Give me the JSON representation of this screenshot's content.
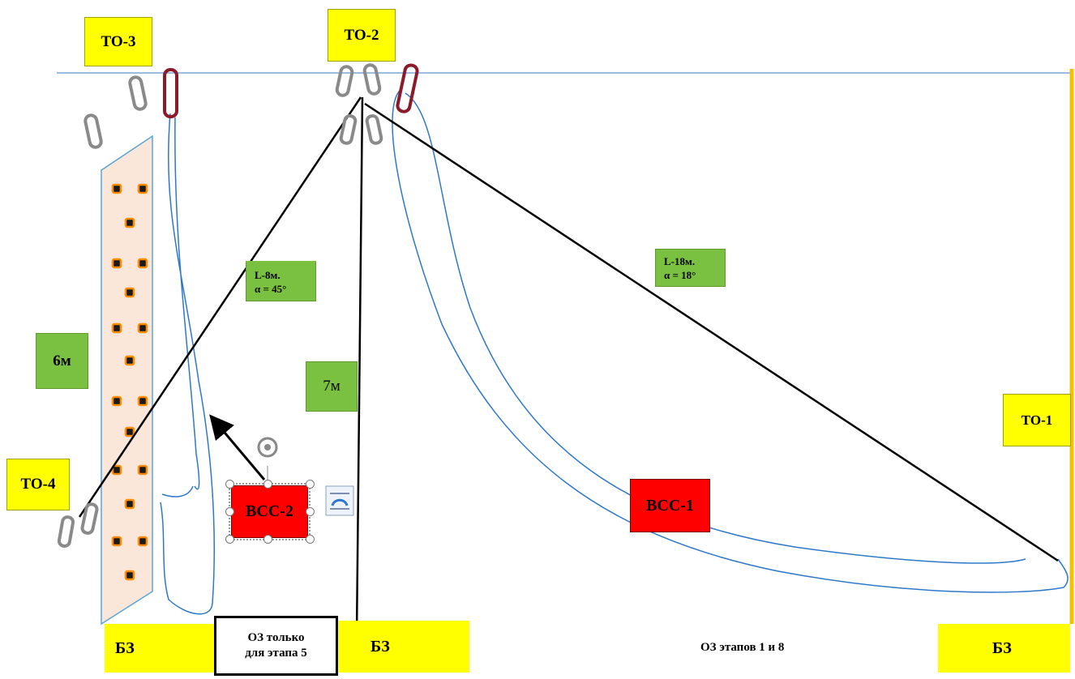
{
  "points": {
    "to1": "ТО-1",
    "to2": "ТО-2",
    "to3": "ТО-3",
    "to4": "ТО-4"
  },
  "measures": {
    "height_6m": "6м",
    "height_7m": "7м",
    "span_left_length": "L-8м.",
    "span_left_angle": "α = 45°",
    "span_right_length": "L-18м.",
    "span_right_angle": "α = 18°"
  },
  "stations": {
    "vss1": "ВСС-1",
    "vss2": "ВСС-2"
  },
  "zones": {
    "bz_left": "БЗ",
    "bz_center": "БЗ",
    "bz_right": "БЗ",
    "oz_stage5_line1": "ОЗ только",
    "oz_stage5_line2": "для этапа 5",
    "oz_stages_1_8": "ОЗ этапов 1 и 8"
  },
  "colors": {
    "marker_yellow": "#ffff00",
    "label_green": "#7ac142",
    "station_red": "#ff0000",
    "rope_blue": "#2f78c9",
    "guide_line": "#7aa6d6",
    "wall_fill": "#fbe7d9",
    "carabiner_red": "#8b1a2b",
    "carabiner_gray": "#8a8a8a"
  }
}
